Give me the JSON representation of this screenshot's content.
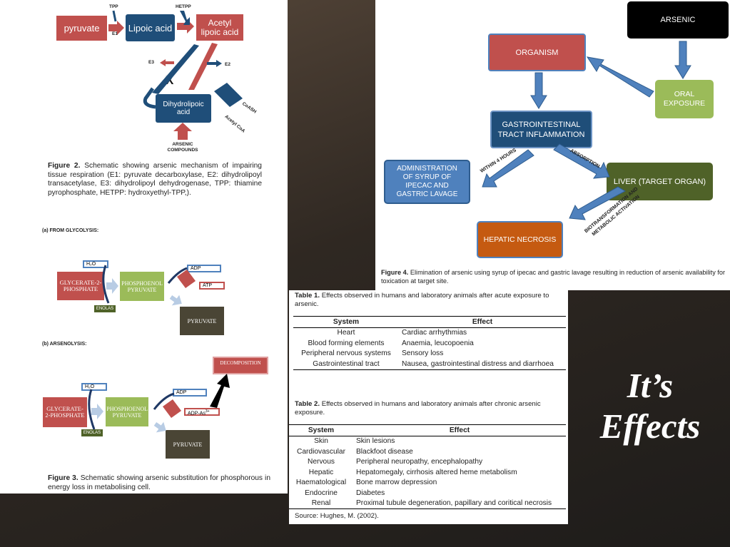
{
  "fig2": {
    "pyruvate": "pyruvate",
    "lipoic_acid": "Lipoic acid",
    "acetyl_lipoic": "Acetyl lipoic acid",
    "dihydrolipoic": "Dihydrolipoic acid",
    "tpp": "TPP",
    "e1": "E1",
    "hetpp": "HETPP",
    "e3": "E3",
    "e2": "E2",
    "x_mark": "X",
    "coash": "CoASH",
    "acetyl_coa": "Acetyl CoA",
    "arsenic_compounds": "ARSENIC COMPOUNDS",
    "caption_label": "Figure 2.",
    "caption_text": "Schematic showing arsenic mechanism of impairing tissue respiration (E1: pyruvate decarboxylase, E2: dihydrolipoyl transacetylase, E3: dihydrolipoyl dehydrogenase, TPP: thiamine pyrophosphate, HETPP: hydroxyethyl-TPP,)."
  },
  "fig3": {
    "label_a": "(a) FROM GLYCOLYSIS:",
    "label_b": "(b) ARSENOLYSIS:",
    "h2o": "H₂O",
    "glycerate": "GLYCERATE-2-PHOSPHATE",
    "glycerate_b": "GLYCERATE-2-PHOSPHATE",
    "phosphoenol": "PHOSPHOENOL PYRUVATE",
    "phosphoenol_b": "PHOSPHOENOL PYRUVATE",
    "enolas": "ENOLAS",
    "enolas_b": "ENOLAS",
    "adp": "ADP",
    "adp_b": "ADP",
    "atp": "ATP",
    "adp_as": "ADP-As",
    "adp_as_sup": "3+",
    "pyruvate": "PYRUVATE",
    "pyruvate_b": "PYRUVATE",
    "h2o_b": "H₂O",
    "decomposition": "DECOMPOSITION",
    "caption_label": "Figure 3.",
    "caption_text": "Schematic showing arsenic substitution for phosphorous in energy loss in metabolising cell."
  },
  "fig4": {
    "arsenic": "ARSENIC",
    "organism": "ORGANISM",
    "oral_exposure": "ORAL EXPOSURE",
    "gi": "GASTROINTESTINAL TRACT INFLAMMATION",
    "admin": "ADMINISTRATION OF SYRUP OF IPECAC AND GASTRIC LAVAGE",
    "liver": "LIVER (TARGET ORGAN)",
    "hepatic": "HEPATIC NECROSIS",
    "within": "WITHIN 4 HOURS",
    "absorption": "ABSORPTION",
    "biotransformation": "BIOTRANSFORMATION AND METABOLIC ACTIVATION",
    "caption_label": "Figure 4.",
    "caption_text": "Elimination of arsenic using syrup of ipecac and gastric lavage resulting in reduction of arsenic availability for toxication at target site."
  },
  "table1": {
    "caption_label": "Table 1.",
    "caption_text": "Effects observed in humans and laboratory animals after acute exposure to arsenic.",
    "headers": [
      "System",
      "Effect"
    ],
    "rows": [
      [
        "Heart",
        "Cardiac arrhythmias"
      ],
      [
        "Blood forming elements",
        "Anaemia, leucopoenia"
      ],
      [
        "Peripheral nervous systems",
        "Sensory loss"
      ],
      [
        "Gastrointestinal tract",
        "Nausea, gastrointestinal distress and diarrhoea"
      ]
    ]
  },
  "table2": {
    "caption_label": "Table 2.",
    "caption_text": "Effects observed in humans and laboratory animals after chronic arsenic exposure.",
    "headers": [
      "System",
      "Effect"
    ],
    "rows": [
      [
        "Skin",
        "Skin lesions"
      ],
      [
        "Cardiovascular",
        "Blackfoot disease"
      ],
      [
        "Nervous",
        "Peripheral neuropathy, encephalopathy"
      ],
      [
        "Hepatic",
        "Hepatomegaly, cirrhosis altered heme metabolism"
      ],
      [
        "Haematological",
        "Bone marrow depression"
      ],
      [
        "Endocrine",
        "Diabetes"
      ],
      [
        "Renal",
        "Proximal tubule degeneration, papillary and coritical necrosis"
      ]
    ],
    "source": "Source: Hughes, M. (2002)."
  },
  "slide_title": {
    "line1": "It’s",
    "line2": "Effects"
  },
  "colors": {
    "red": "#c0504d",
    "navy": "#1f4e79",
    "green": "#9bbb59",
    "olive": "#4f6228",
    "brown": "#c55a11",
    "dark": "#4a4535",
    "arrow_blue": "#4f81bd"
  }
}
